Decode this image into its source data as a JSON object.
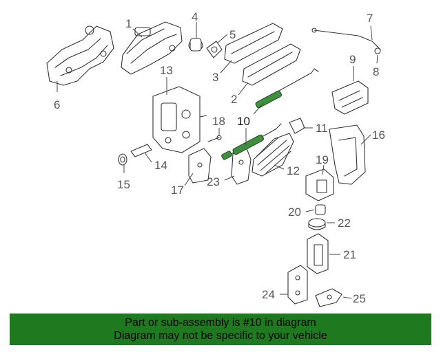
{
  "callouts": {
    "c1": "1",
    "c2": "2",
    "c3": "3",
    "c4": "4",
    "c5": "5",
    "c6": "6",
    "c7": "7",
    "c8": "8",
    "c9": "9",
    "c10": "10",
    "c11": "11",
    "c12": "12",
    "c13": "13",
    "c14": "14",
    "c15": "15",
    "c16": "16",
    "c17": "17",
    "c18": "18",
    "c19": "19",
    "c20": "20",
    "c21": "21",
    "c22": "22",
    "c23": "23",
    "c24": "24",
    "c25": "25"
  },
  "highlight_color": "#3f8f3f",
  "banner": {
    "line1": "Part or sub-assembly is #10 in diagram",
    "line2": "Diagram may not be specific to your vehicle",
    "bg_color": "#1f7a1f"
  }
}
